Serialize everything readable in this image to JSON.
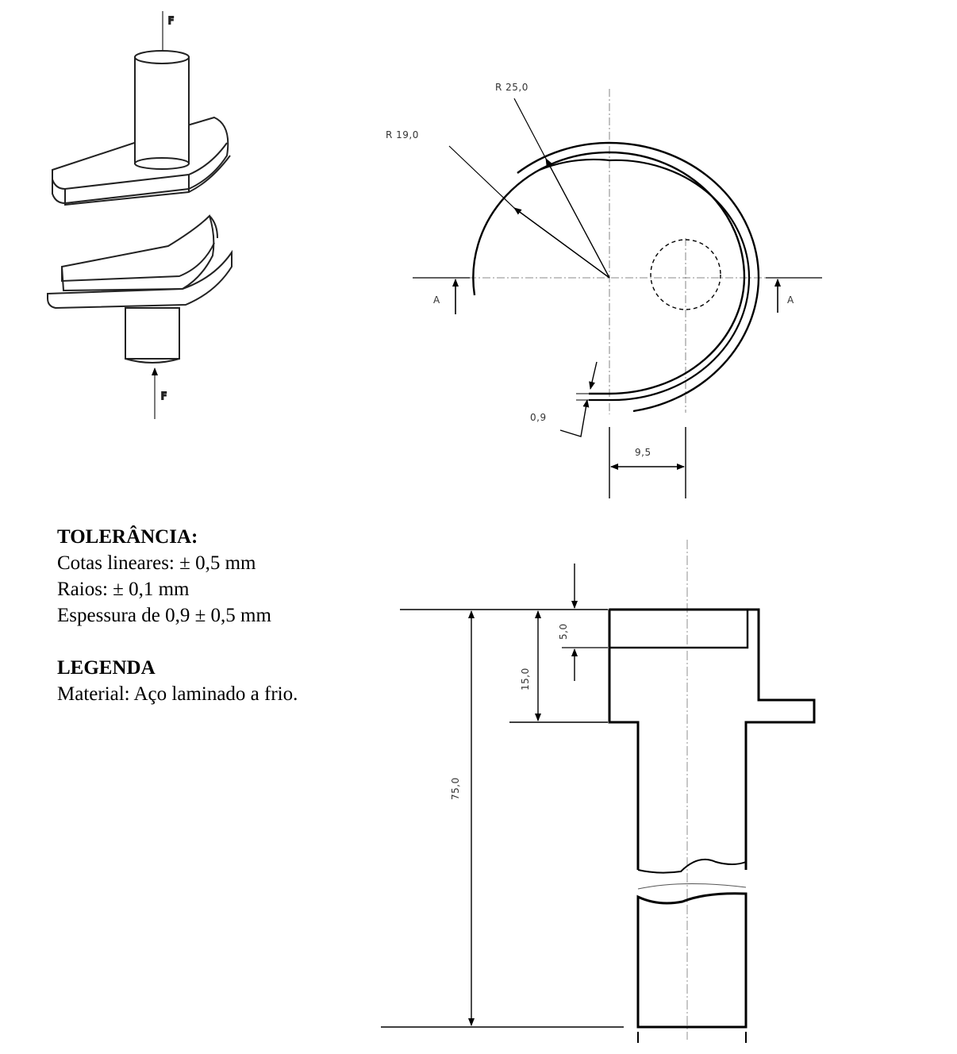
{
  "drawing": {
    "force_label": "F",
    "section_label": "A",
    "dimensions": {
      "r_outer": "R 25,0",
      "r_inner": "R 19,0",
      "thickness": "0,9",
      "offset": "9,5",
      "total_height": "75,0",
      "depth_15": "15,0",
      "depth_5": "5,0"
    }
  },
  "notes": {
    "tolerance_title": "TOLERÂNCIA:",
    "tolerance_lines": [
      "Cotas lineares: ± 0,5 mm",
      "Raios: ± 0,1 mm",
      "Espessura de 0,9 ± 0,5 mm"
    ],
    "legend_title": "LEGENDA",
    "legend_line": "Material: Aço laminado a frio."
  }
}
